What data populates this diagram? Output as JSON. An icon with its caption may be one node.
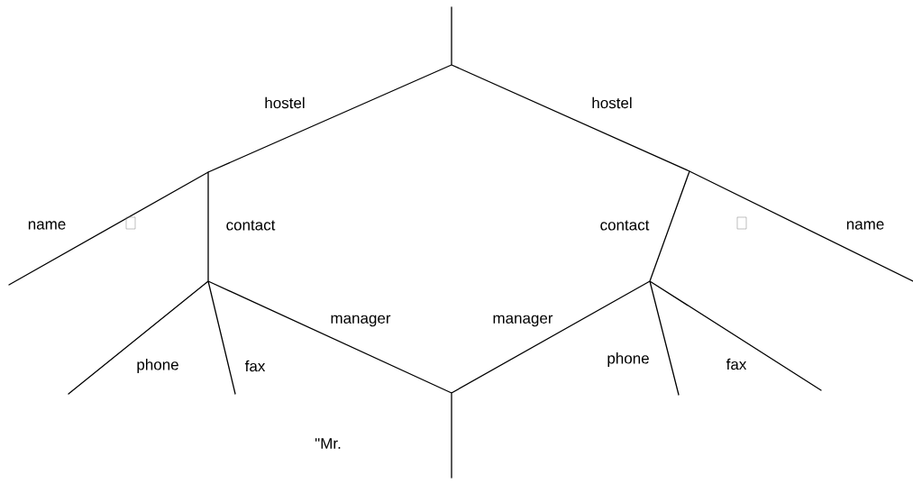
{
  "diagram": {
    "labels": [
      "hostel",
      "hostel",
      "name",
      "contact",
      "contact",
      "name",
      "manager",
      "manager",
      "phone",
      "fax",
      "phone",
      "fax",
      "\"Mr."
    ]
  }
}
